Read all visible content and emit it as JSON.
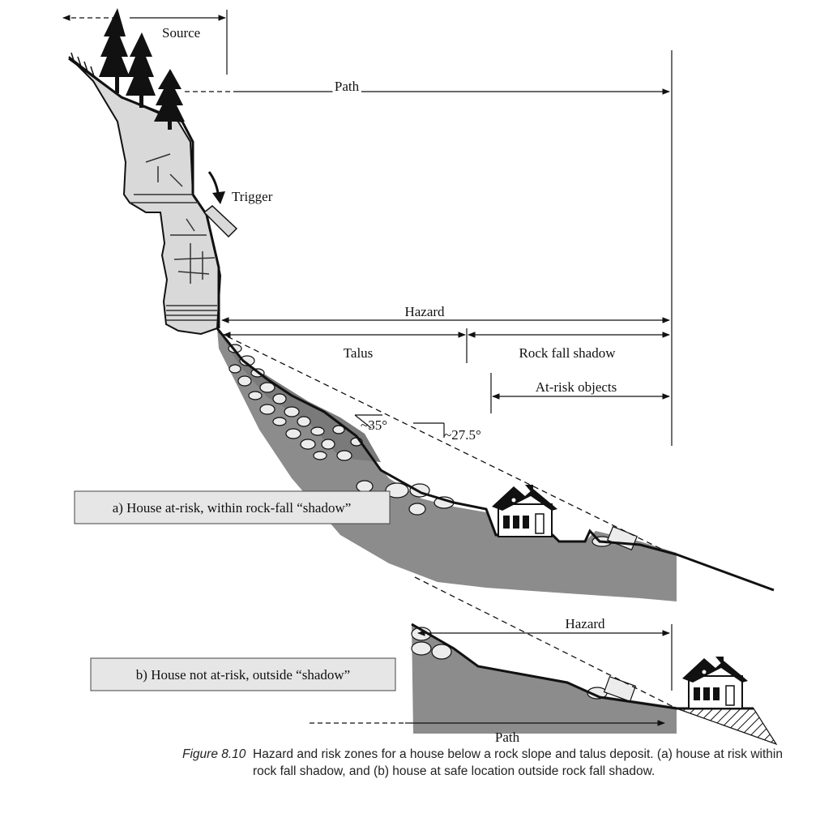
{
  "labels": {
    "source": "Source",
    "path": "Path",
    "trigger": "Trigger",
    "hazard": "Hazard",
    "talus": "Talus",
    "rock_fall_shadow": "Rock fall shadow",
    "at_risk_objects": "At-risk objects",
    "angle_35": "~35°",
    "angle_27_5": "~27.5°",
    "house_a": "a) House at-risk, within rock-fall “shadow”",
    "house_b": "b) House not at-risk, outside “shadow”",
    "hazard_b": "Hazard",
    "path_b": "Path"
  },
  "caption": {
    "figure_label": "Figure 8.10",
    "line1": "Hazard and risk zones for a house below a rock slope and talus deposit. (a) house at risk within",
    "line2": "rock fall shadow, and (b) house at safe location outside rock fall shadow."
  }
}
